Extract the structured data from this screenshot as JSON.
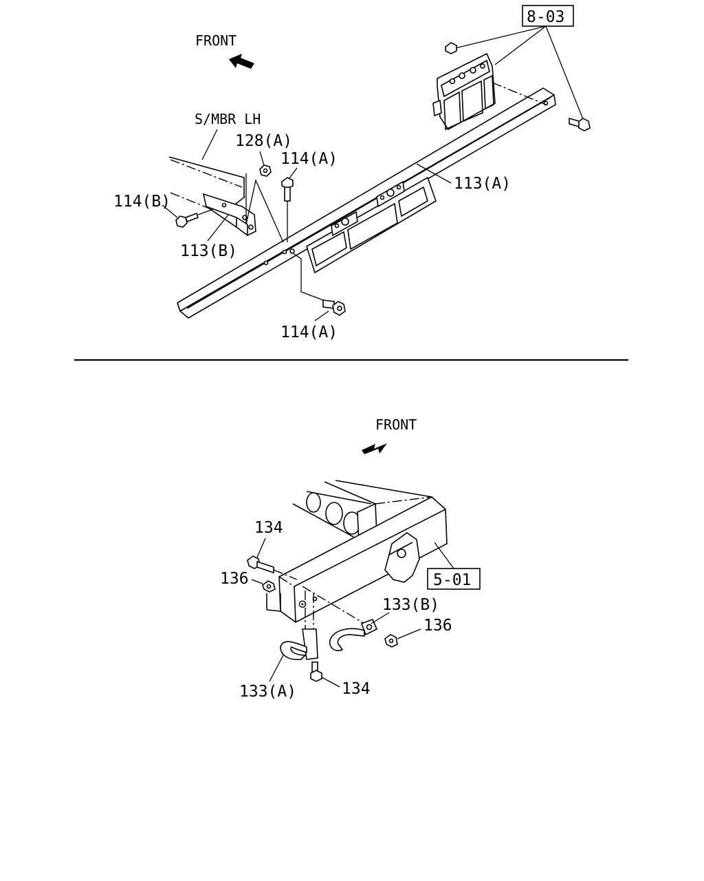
{
  "top_view": {
    "front_label": "FRONT",
    "side_member_label": "S/MBR LH",
    "ref_box": "8-03",
    "callouts": {
      "nut_128a": "128(A)",
      "bolt_114a_upper": "114(A)",
      "bolt_114b": "114(B)",
      "rail_113a": "113(A)",
      "bracket_113b": "113(B)",
      "bolt_114a_lower": "114(A)"
    }
  },
  "bottom_view": {
    "front_label": "FRONT",
    "ref_box": "5-01",
    "callouts": {
      "bolt_134_upper": "134",
      "nut_136_left": "136",
      "hook_133b": "133(B)",
      "nut_136_right": "136",
      "hook_133a": "133(A)",
      "bolt_134_lower": "134"
    }
  }
}
